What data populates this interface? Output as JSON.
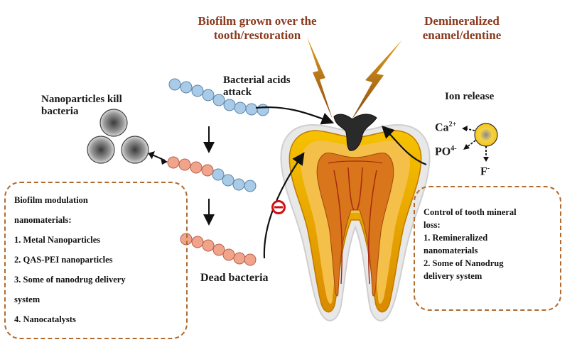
{
  "titles": {
    "biofilm": "Biofilm grown over the tooth/restoration",
    "demineralized": "Demineralized enamel/dentine"
  },
  "labels": {
    "nanoparticles_kill": "Nanoparticles kill bacteria",
    "bacterial_acids": "Bacterial acids attack",
    "dead_bacteria": "Dead bacteria",
    "ion_release": "Ion release",
    "ca": "Ca",
    "ca_sup": "2+",
    "po": "PO",
    "po_sup": "4-",
    "f": "F",
    "f_sup": "-"
  },
  "left_box": {
    "heading_1": "Biofilm modulation",
    "heading_2": "nanomaterials:",
    "item_1": "1. Metal Nanoparticles",
    "item_2": "2. QAS-PEI nanoparticles",
    "item_3a": "3. Some of nanodrug delivery",
    "item_3b": "system",
    "item_4": "4. Nanocatalysts"
  },
  "right_box": {
    "heading_1": "Control of tooth mineral",
    "heading_2": "loss:",
    "item_1a": "1. Remineralized",
    "item_1b": "nanomaterials",
    "item_2a": "2. Some of Nanodrug",
    "item_2b": "delivery system"
  },
  "colors": {
    "title_brown": "#8a3a1e",
    "box_border": "#b06a2e",
    "bacteria_blue": "#a9cbe8",
    "bacteria_pink": "#f1a48c",
    "enamel_gold": "#f2b400",
    "pulp_orange": "#d9751a",
    "nano_gray": "#7d7d7d",
    "ion_yellow": "#f6cf3a",
    "inhibit_red": "#cc1111"
  }
}
